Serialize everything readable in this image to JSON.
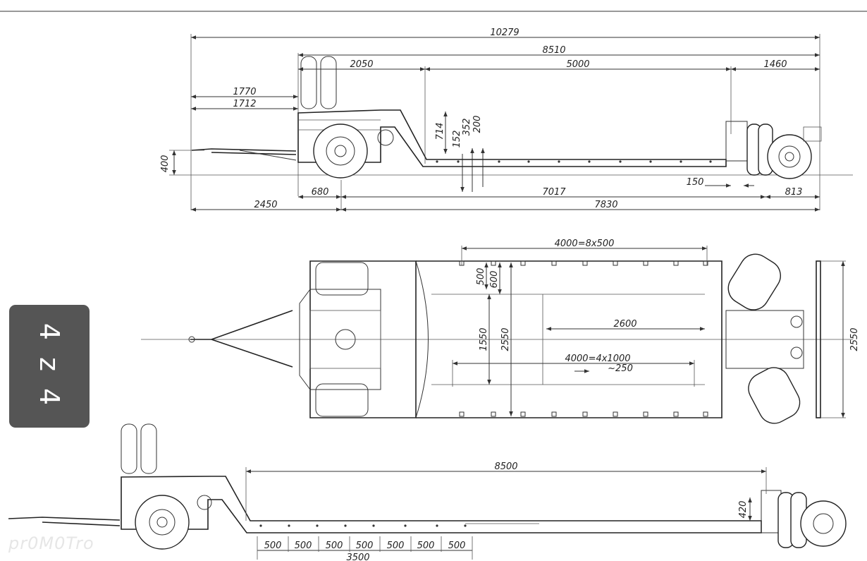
{
  "page_badge": {
    "text": "4 z 4"
  },
  "watermark": {
    "text": "pr0M0Tro"
  },
  "side_view": {
    "dims": {
      "overall": "10279",
      "frame": "8510",
      "front_section": "2050",
      "deck": "5000",
      "rear": "1460",
      "draw_1770": "1770",
      "draw_1712": "1712",
      "hitch_height": "400",
      "h714": "714",
      "h352": "352",
      "h200": "200",
      "h152": "152",
      "d680": "680",
      "d7017": "7017",
      "d150": "150",
      "d2450": "2450",
      "d7830": "7830",
      "d813": "813"
    }
  },
  "top_view": {
    "dims": {
      "holes_top": "4000=8x500",
      "w500": "500",
      "w600": "600",
      "w1550": "1550",
      "w2550_inner": "2550",
      "d2600": "2600",
      "holes_mid": "4000=4x1000",
      "d250": "~250",
      "w2550_outer": "2550"
    }
  },
  "bottom_view": {
    "dims": {
      "deck_length": "8500",
      "h420": "420",
      "spacing": [
        "500",
        "500",
        "500",
        "500",
        "500",
        "500",
        "500"
      ],
      "total": "3500"
    }
  }
}
